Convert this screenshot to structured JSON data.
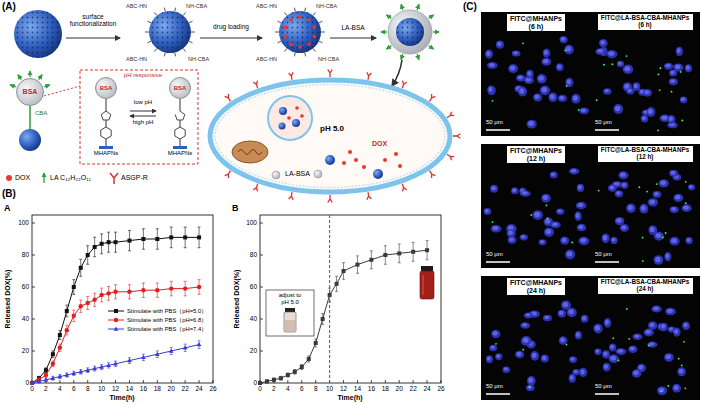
{
  "diagram": {
    "nodes": [
      {
        "text": [
          "BSA"
        ]
      },
      {
        "text": [
          "BSA"
        ]
      },
      {
        "text": [
          "BSA"
        ]
      },
      {
        "text": [
          "FITC@MHANPs (6 h)",
          "50 μm"
        ]
      },
      {
        "text": [
          "FITC@LA-BSA-CBA-MHANPs (6 h)",
          "50 μm"
        ]
      },
      {
        "text": [
          "FITC@MHANPs (12 h)",
          "50 μm"
        ]
      },
      {
        "text": [
          "FITC@LA-BSA-CBA-MHANPs (12 h)",
          "50 μm"
        ]
      },
      {
        "text": [
          "FITC@MHANPs (24 h)",
          "50 μm"
        ]
      },
      {
        "text": [
          "FITC@LA-BSA-CBA-MHANPs (24 h)",
          "50 μm"
        ]
      }
    ],
    "labels": [
      "(A)",
      "surface functionalization",
      "drug loading",
      "LA-BSA",
      "ABC-HN",
      "ABC-HN",
      "NH-CBA",
      "NH-CBA",
      "ABC-HN",
      "ABC-HN",
      "NH-CBA",
      "NH-CBA",
      "CBA",
      "pH responsive",
      "low pH",
      "high pH",
      "MHAPNs",
      "MHAPNs",
      "pH 5.0",
      "DOX",
      "LA-BSA",
      "(B)",
      "A",
      "Released DOX(%)",
      "Time(h)",
      "0",
      "20",
      "40",
      "60",
      "80",
      "100",
      "0",
      "2",
      "4",
      "6",
      "8",
      "10",
      "12",
      "14",
      "16",
      "18",
      "20",
      "22",
      "24",
      "26",
      "B",
      "Released DOX(%)",
      "Time(h)",
      "adjust to pH 5.0",
      "0",
      "20",
      "40",
      "60",
      "80",
      "100",
      "0",
      "2",
      "4",
      "6",
      "8",
      "10",
      "12",
      "14",
      "16",
      "18",
      "20",
      "22",
      "24",
      "26",
      "(C)"
    ],
    "legend": [
      {
        "text": "DOX",
        "color": "#e8372c"
      },
      {
        "text": "LA C₁₂H₂₂O₁₁"
      },
      {
        "text": "ASGP-R"
      },
      {
        "text": "Stimulate with PBS（pH=5.0）"
      },
      {
        "text": "Stimulate with PBS（pH=6.8）"
      },
      {
        "text": "Stimulate with PBS（pH=7.4）"
      }
    ]
  }
}
